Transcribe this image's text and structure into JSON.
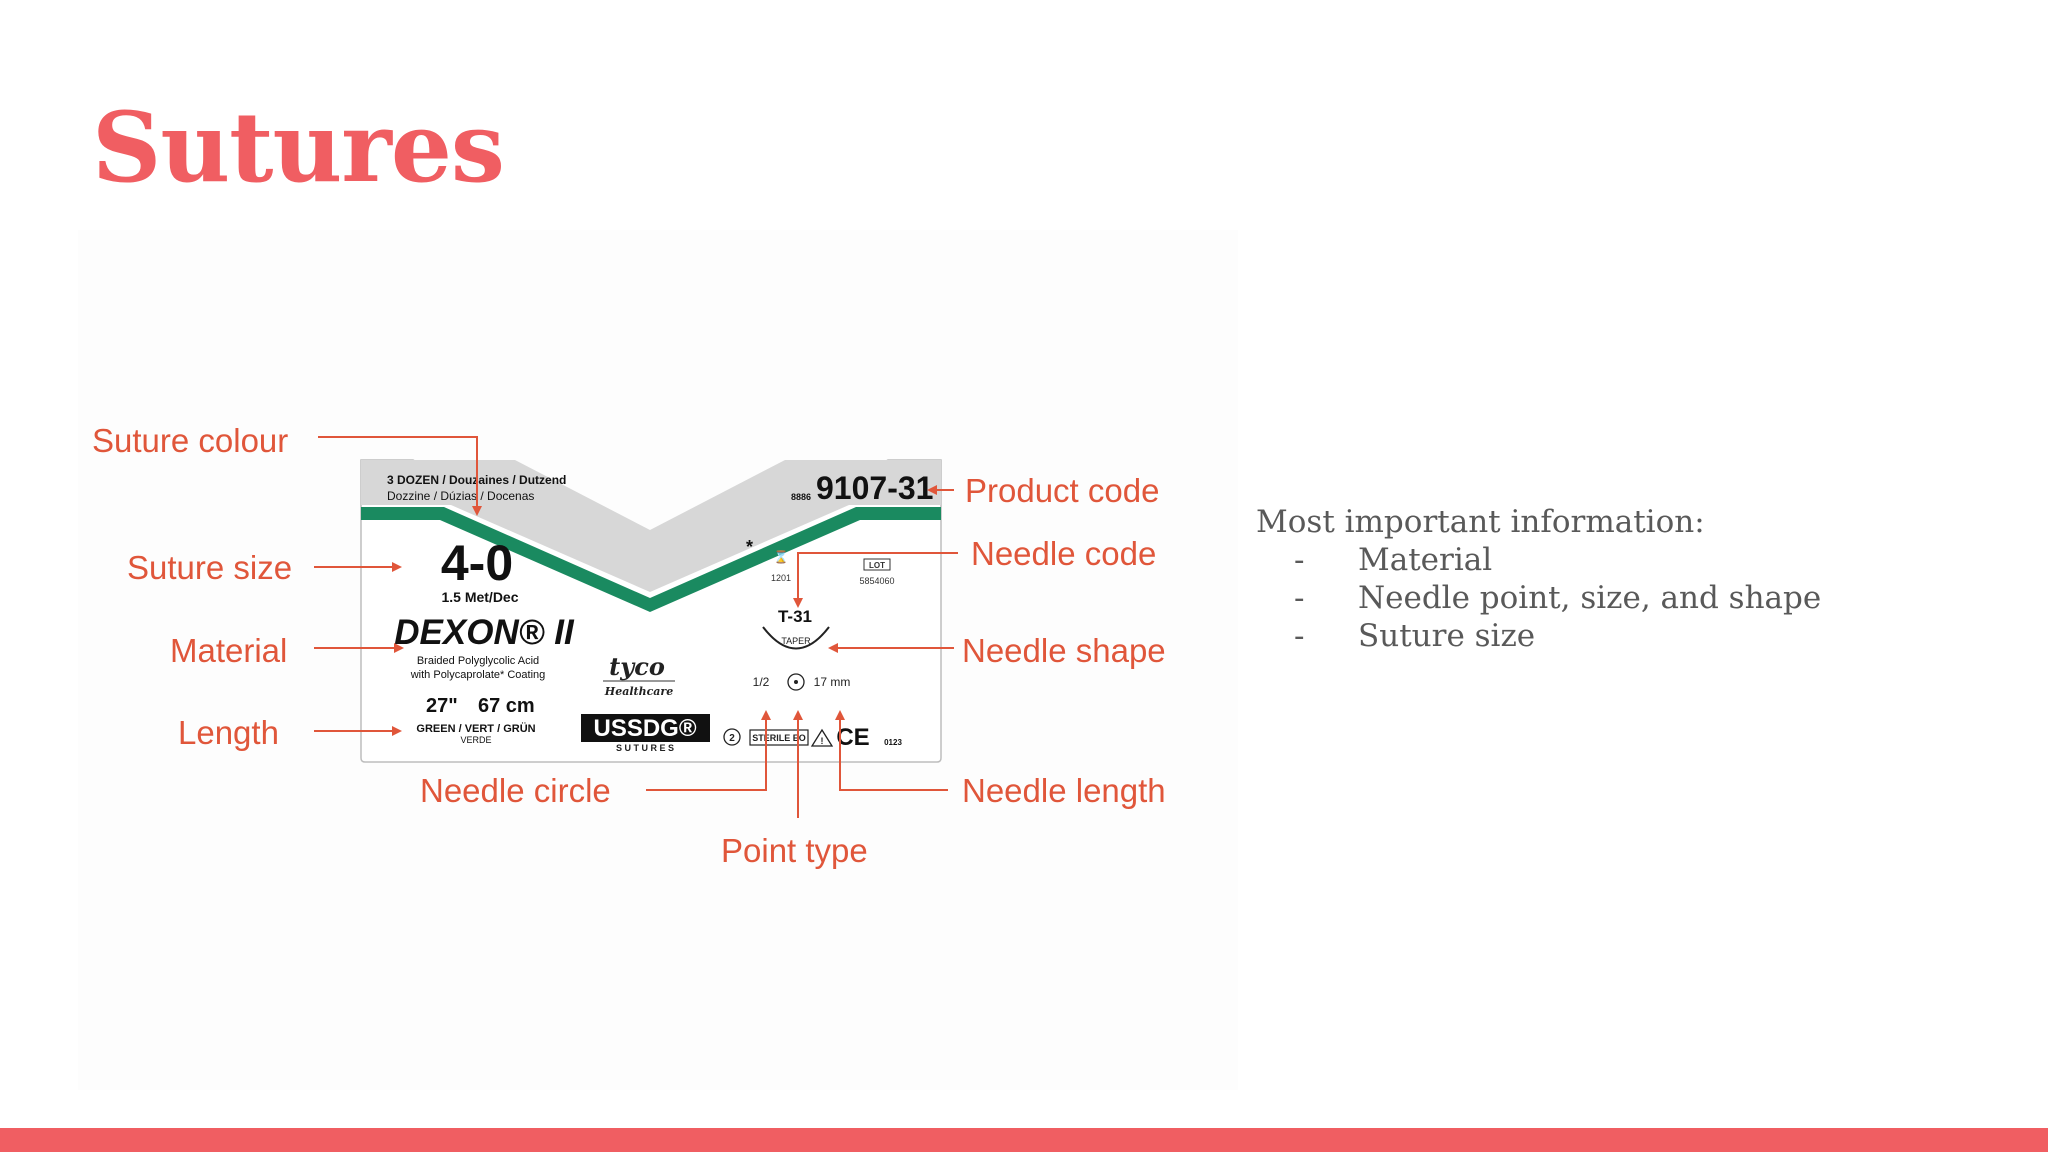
{
  "title": "Sutures",
  "theme": {
    "accent": "#f05e62",
    "text": "#595959",
    "label": "#e0563a",
    "band": "#1a8a60",
    "tab": "#d7d7d7"
  },
  "diagram": {
    "callouts": {
      "suture_colour": "Suture colour",
      "suture_size": "Suture size",
      "material": "Material",
      "length": "Length",
      "product_code": "Product code",
      "needle_code": "Needle code",
      "needle_shape": "Needle shape",
      "needle_circle": "Needle circle",
      "point_type": "Point type",
      "needle_length": "Needle length"
    },
    "package": {
      "quantity_line1": "3 DOZEN / Douzaines / Dutzend",
      "quantity_line2": "Dozzine / Dúzias / Docenas",
      "product_code_prefix": "8886",
      "product_code": "9107-31",
      "size": "4-0",
      "metric": "1.5 Met/Dec",
      "brand": "DEXON® II",
      "desc_line1": "Braided Polyglycolic Acid",
      "desc_line2": "with Polycaprolate* Coating",
      "length_in": "27\"",
      "length_cm": "67 cm",
      "colour_line1": "GREEN / VERT / GRÜN",
      "colour_line2": "VERDE",
      "manufacturer": "tyco",
      "manufacturer_sub": "Healthcare",
      "brand_mark": "USSDG®",
      "brand_mark_sub": "S U T U R E S",
      "star": "*",
      "date_code": "1201",
      "lot_label": "LOT",
      "lot_number": "5854060",
      "needle_code": "T-31",
      "needle_point": "TAPER",
      "needle_circle": "1/2",
      "needle_length": "17 mm",
      "single_use": "2",
      "sterile": "STERILE EO",
      "ce_mark": "CE",
      "ce_number": "0123"
    }
  },
  "info": {
    "heading": "Most important information:",
    "items": [
      "Material",
      "Needle point, size, and shape",
      "Suture size"
    ],
    "bullet": "-"
  }
}
